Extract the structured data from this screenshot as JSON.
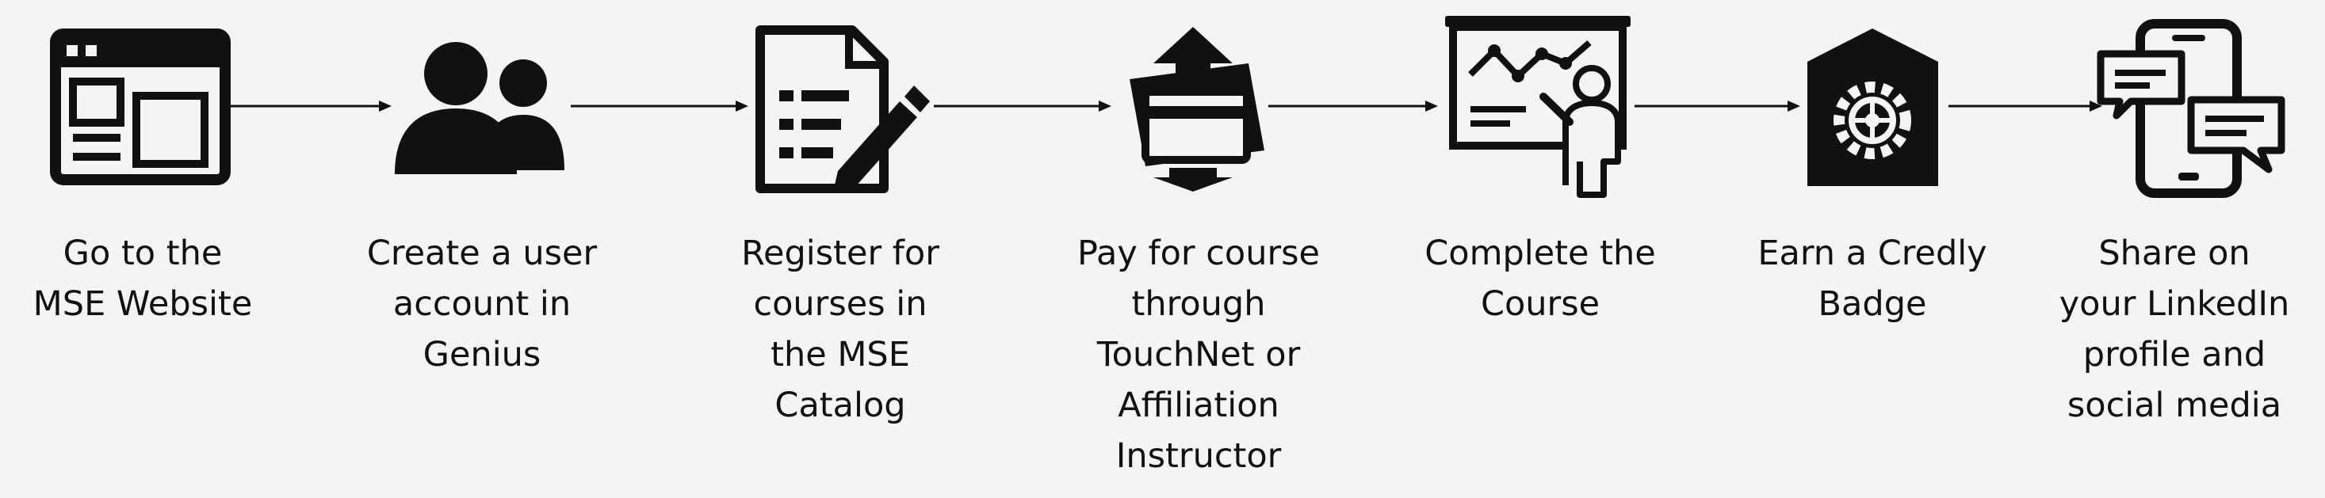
{
  "colors": {
    "background": "#f4f4f4",
    "ink": "#111111"
  },
  "steps": [
    {
      "icon": "website-window-icon",
      "label": "Go to the\nMSE Website"
    },
    {
      "icon": "users-icon",
      "label": "Create a user\naccount in\nGenius"
    },
    {
      "icon": "register-form-icon",
      "label": "Register for\ncourses in\nthe MSE\nCatalog"
    },
    {
      "icon": "payment-card-icon",
      "label": "Pay for course\nthrough\nTouchNet or\nAffiliation\nInstructor"
    },
    {
      "icon": "presentation-icon",
      "label": "Complete the\nCourse"
    },
    {
      "icon": "badge-icon",
      "label": "Earn a Credly\nBadge"
    },
    {
      "icon": "phone-share-icon",
      "label": "Share on\nyour LinkedIn\nprofile and\nsocial media"
    }
  ]
}
